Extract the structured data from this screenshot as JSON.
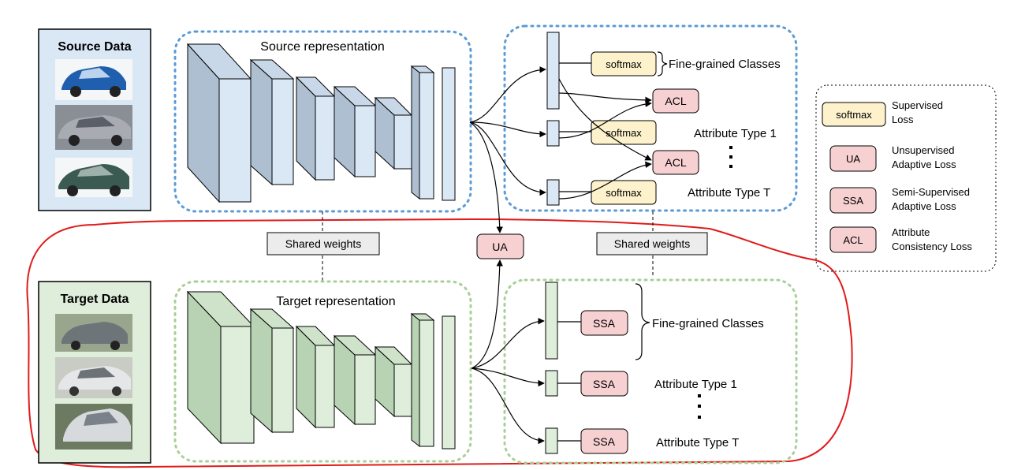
{
  "source": {
    "panel_title": "Source Data",
    "representation_label": "Source representation",
    "fine_grained_label": "Fine-grained Classes",
    "attribute_1_label": "Attribute Type 1",
    "attribute_t_label": "Attribute Type T",
    "softmax_label": "softmax",
    "acl_label": "ACL"
  },
  "target": {
    "panel_title": "Target Data",
    "representation_label": "Target representation",
    "fine_grained_label": "Fine-grained Classes",
    "attribute_1_label": "Attribute Type 1",
    "attribute_t_label": "Attribute Type T",
    "ssa_label": "SSA"
  },
  "shared": {
    "weights_left": "Shared weights",
    "weights_right": "Shared weights",
    "ua_label": "UA"
  },
  "legend": {
    "items": [
      {
        "badge": "softmax",
        "desc1": "Supervised",
        "desc2": "Loss",
        "color": "#fdf2cc"
      },
      {
        "badge": "UA",
        "desc1": "Unsupervised",
        "desc2": "Adaptive Loss",
        "color": "#f7d0d2"
      },
      {
        "badge": "SSA",
        "desc1": "Semi-Supervised",
        "desc2": "Adaptive Loss",
        "color": "#f7d0d2"
      },
      {
        "badge": "ACL",
        "desc1": "Attribute",
        "desc2": "Consistency Loss",
        "color": "#f7d0d2"
      }
    ]
  },
  "colors": {
    "source_fill": "#dae8f6",
    "source_side": "#aebfd2",
    "target_fill": "#deeedb",
    "target_side": "#b8d3b3",
    "source_dots": "#5b9bd5",
    "target_dots": "#a9cf98",
    "red_outline": "#e01b1b"
  }
}
